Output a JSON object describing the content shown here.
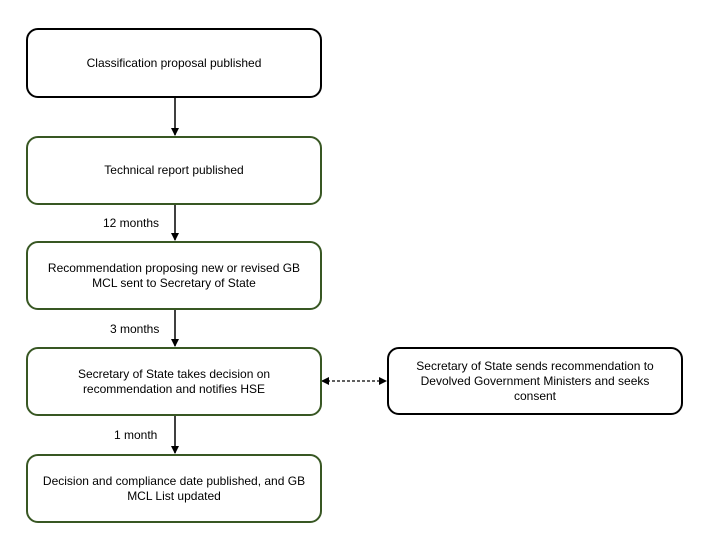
{
  "nodes": {
    "classification": "Classification proposal published",
    "technical": "Technical report published",
    "recommendation": "Recommendation proposing new or revised GB MCL sent to Secretary of State",
    "decision": "Secretary of State takes decision on recommendation and notifies HSE",
    "published": "Decision and compliance date published, and GB MCL List updated",
    "devolved": "Secretary of State sends recommendation to Devolved Government Ministers and seeks consent"
  },
  "edges": {
    "label_12": "12 months",
    "label_3": "3 months",
    "label_1": "1 month"
  },
  "colors": {
    "green_border": "#385723",
    "black_border": "#000000"
  }
}
